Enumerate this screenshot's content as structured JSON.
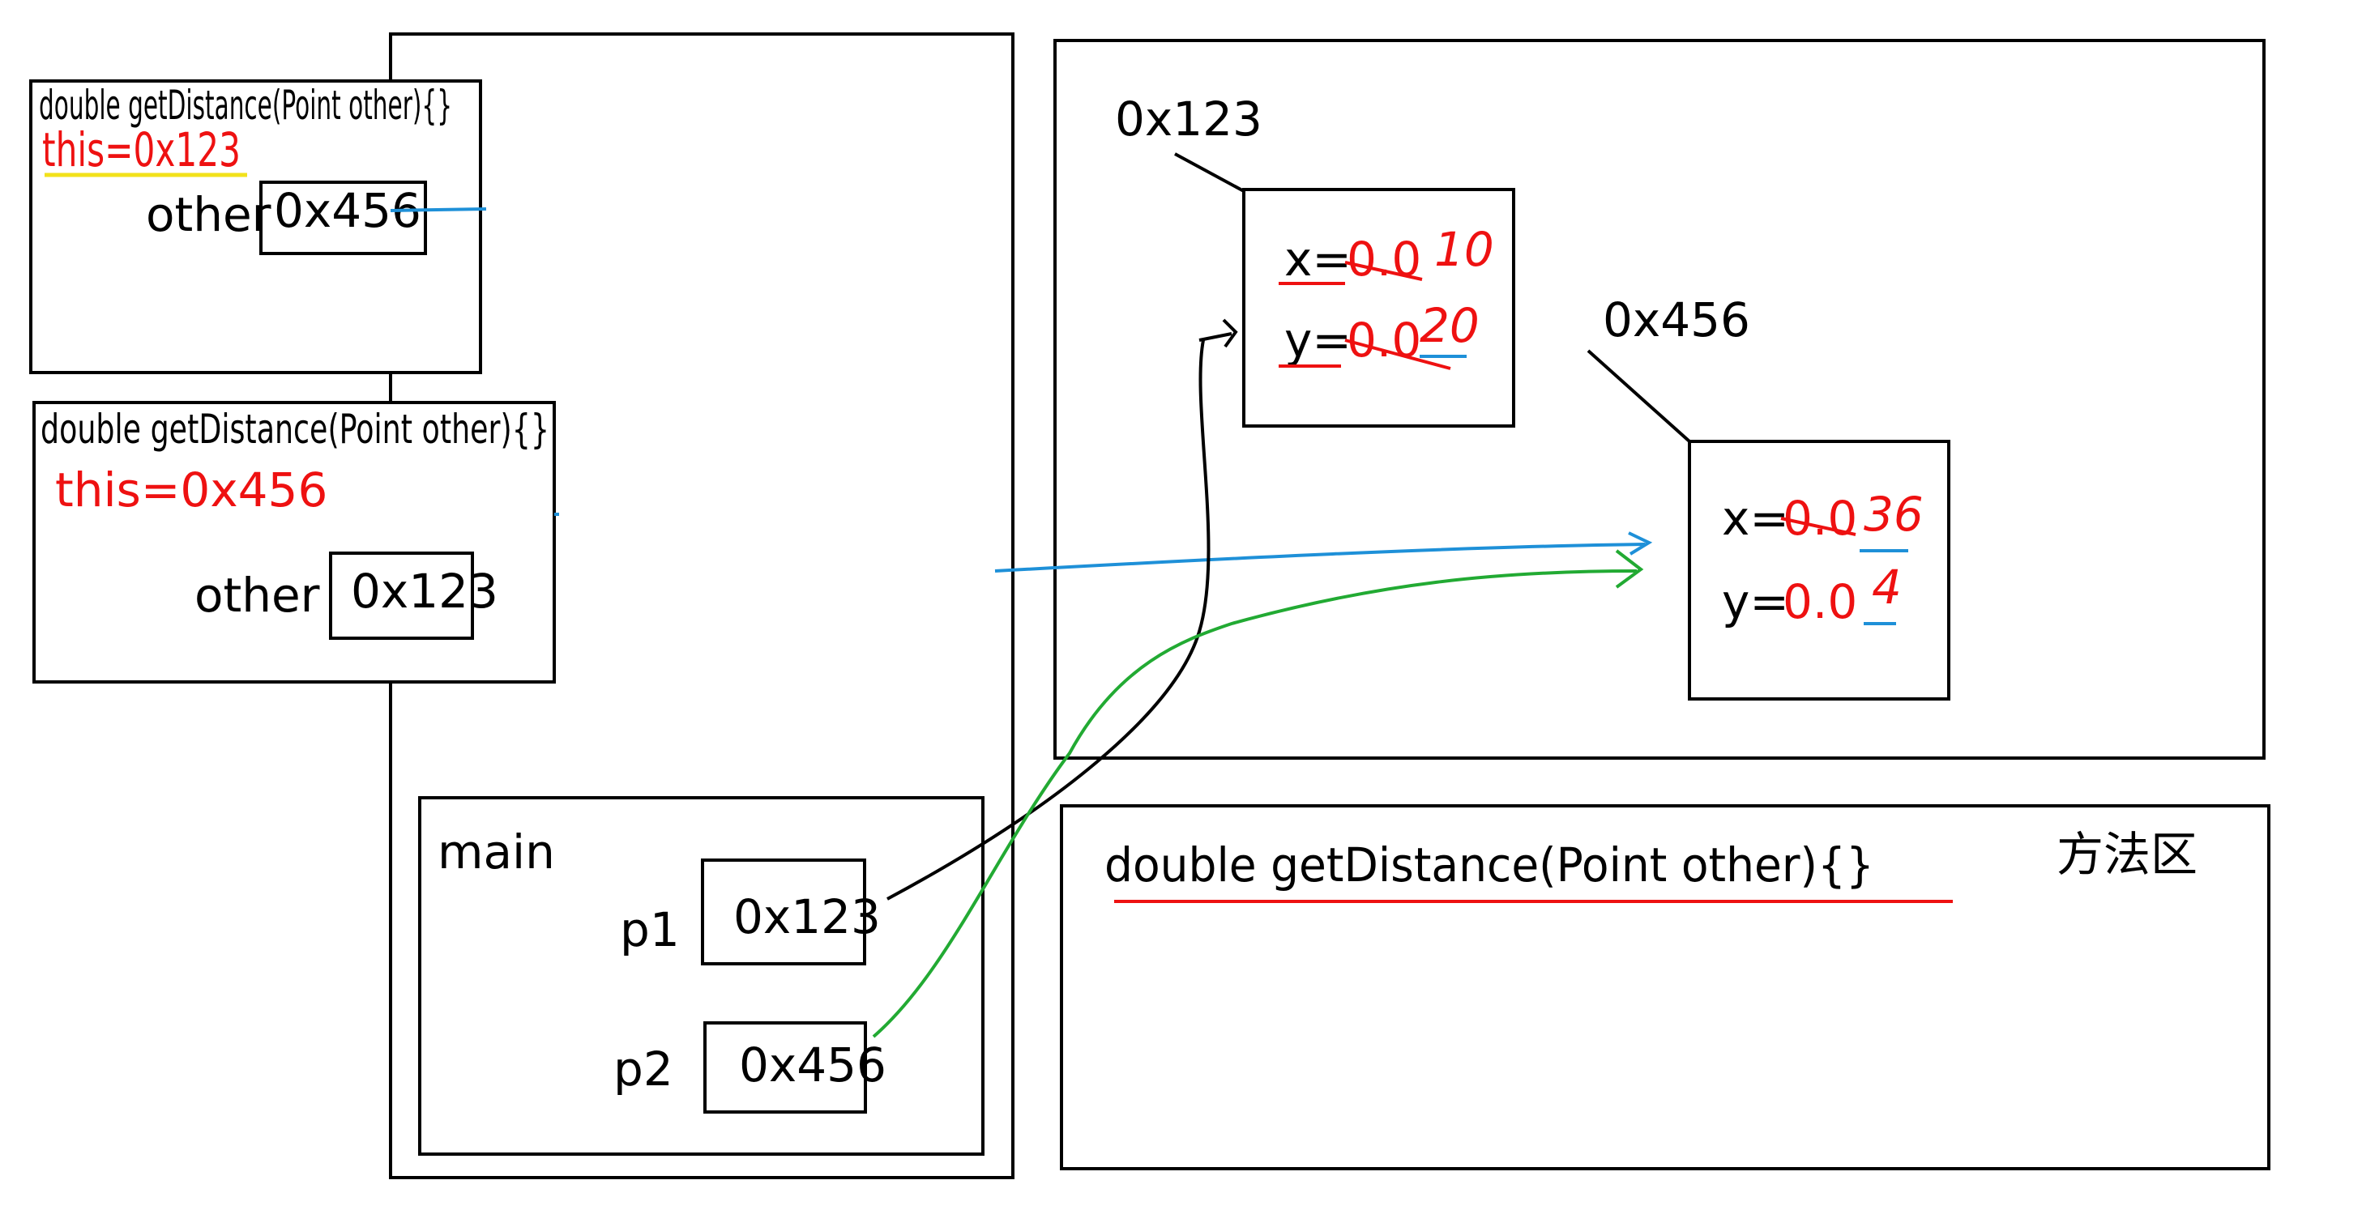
{
  "frames": {
    "frame_a": {
      "signature": "double getDistance(Point other){}",
      "this_ref": "this=0x123",
      "param_label": "other",
      "param_value": "0x456"
    },
    "frame_b": {
      "signature": "double getDistance(Point other){}",
      "this_ref": "this=0x456",
      "param_label": "other",
      "param_value": "0x123"
    },
    "main": {
      "title": "main",
      "vars": [
        {
          "name": "p1",
          "value": "0x123"
        },
        {
          "name": "p2",
          "value": "0x456"
        }
      ]
    }
  },
  "heap": {
    "objects": [
      {
        "address": "0x123",
        "fields": [
          {
            "prefix": "x=",
            "old": "0.0",
            "new": "10"
          },
          {
            "prefix": "y=",
            "old": "0.0",
            "new": "20"
          }
        ]
      },
      {
        "address": "0x456",
        "fields": [
          {
            "prefix": "x=",
            "old": "0.0",
            "new": "36"
          },
          {
            "prefix": "y=",
            "old": "0.0",
            "new": "4"
          }
        ]
      }
    ]
  },
  "method_area": {
    "label": "方法区",
    "signature": "double getDistance(Point other){}"
  },
  "colors": {
    "annotation_red": "#ee1111",
    "arrow_blue": "#1e90d8",
    "arrow_green": "#22aa33",
    "this_underline_yellow": "#f2e21b"
  }
}
